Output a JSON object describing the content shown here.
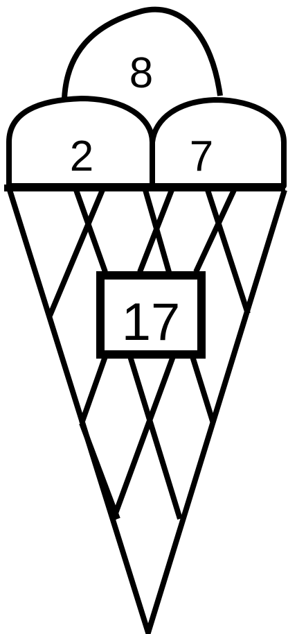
{
  "scoops": {
    "top": "8",
    "left": "2",
    "right": "7"
  },
  "cone": {
    "total": "17"
  },
  "colors": {
    "stroke": "#000000",
    "fill": "#ffffff"
  }
}
